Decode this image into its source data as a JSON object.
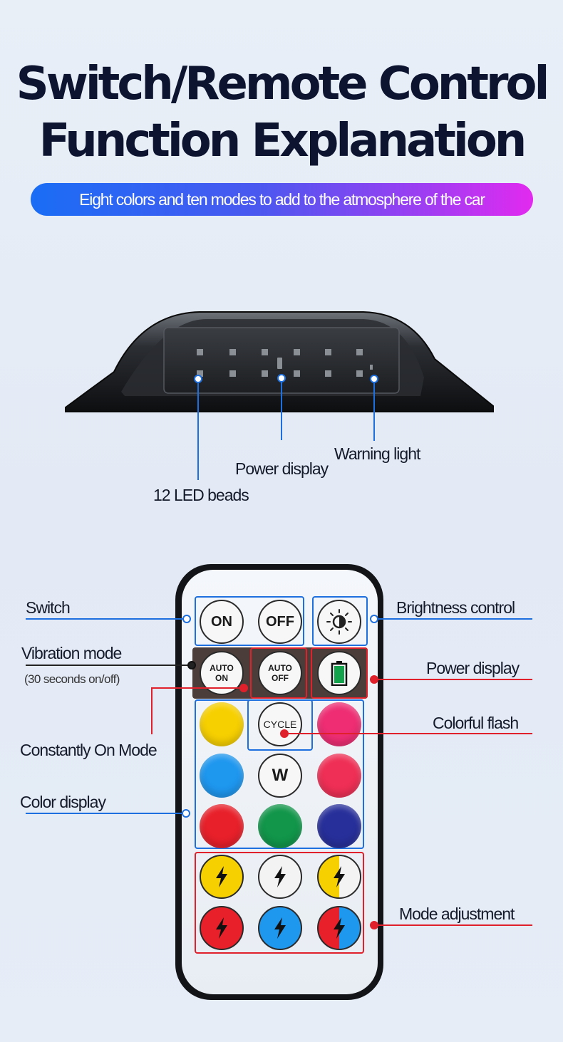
{
  "header": {
    "title_line1": "Switch/Remote Control",
    "title_line2": "Function Explanation",
    "banner": "Eight colors and ten modes to add to the atmosphere of the car"
  },
  "device_labels": {
    "leds": "12 LED beads",
    "power": "Power display",
    "warning": "Warning light"
  },
  "remote_labels": {
    "switch": "Switch",
    "vibration": "Vibration mode",
    "vibration_note": "(30 seconds on/off)",
    "constant": "Constantly On Mode",
    "color_display": "Color display",
    "brightness": "Brightness control",
    "power": "Power display",
    "flash": "Colorful flash",
    "mode_adj": "Mode adjustment"
  },
  "buttons": {
    "on": "ON",
    "off": "OFF",
    "auto_on_1": "AUTO",
    "auto_on_2": "ON",
    "auto_off_1": "AUTO",
    "auto_off_2": "OFF",
    "cycle": "CYCLE",
    "white": "W"
  },
  "colors": {
    "accent_blue": "#1d6fe0",
    "accent_red": "#e0202a",
    "yellow": "#f7d000",
    "pink": "#ee2d73",
    "blue": "#1e97ef",
    "rose": "#ef2f55",
    "red": "#e8202a",
    "green": "#11964a",
    "navy": "#272f9a"
  }
}
